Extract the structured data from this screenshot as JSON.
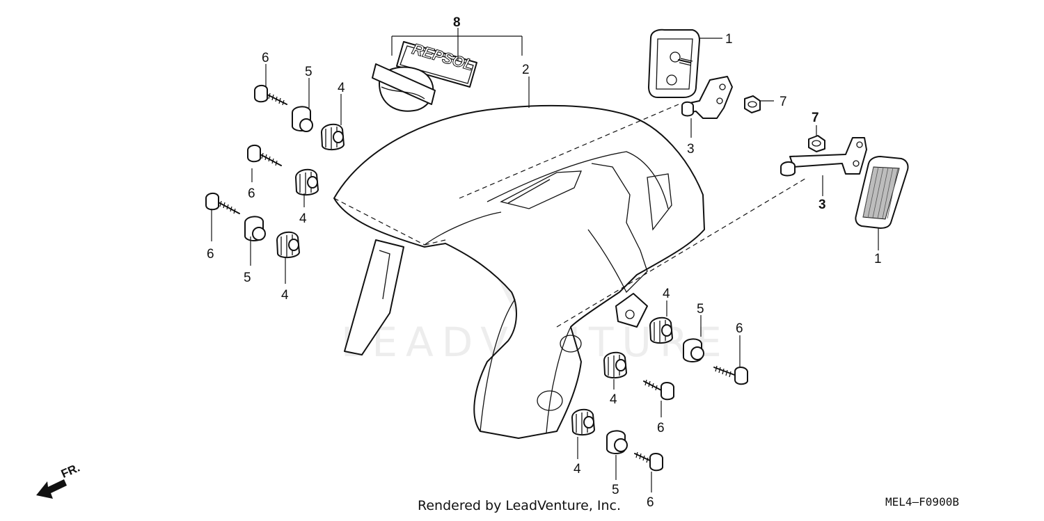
{
  "watermark": {
    "brand_text": "LEADVENTURE"
  },
  "callouts": {
    "c1_top": "1",
    "c1_right": "1",
    "c2": "2",
    "c3_upper": "3",
    "c3_lower": "3",
    "c4_a": "4",
    "c4_b": "4",
    "c4_c": "4",
    "c4_d": "4",
    "c4_e": "4",
    "c4_f": "4",
    "c5_a": "5",
    "c5_b": "5",
    "c5_c": "5",
    "c5_d": "5",
    "c6_a": "6",
    "c6_b": "6",
    "c6_c": "6",
    "c6_d": "6",
    "c6_e": "6",
    "c6_f": "6",
    "c7_upper": "7",
    "c7_lower": "7",
    "c8": "8"
  },
  "decal_text": "REPSOL",
  "direction_label": "FR.",
  "footer": {
    "credit": "Rendered by LeadVenture, Inc.",
    "diagram_code": "MEL4—F0900B"
  }
}
